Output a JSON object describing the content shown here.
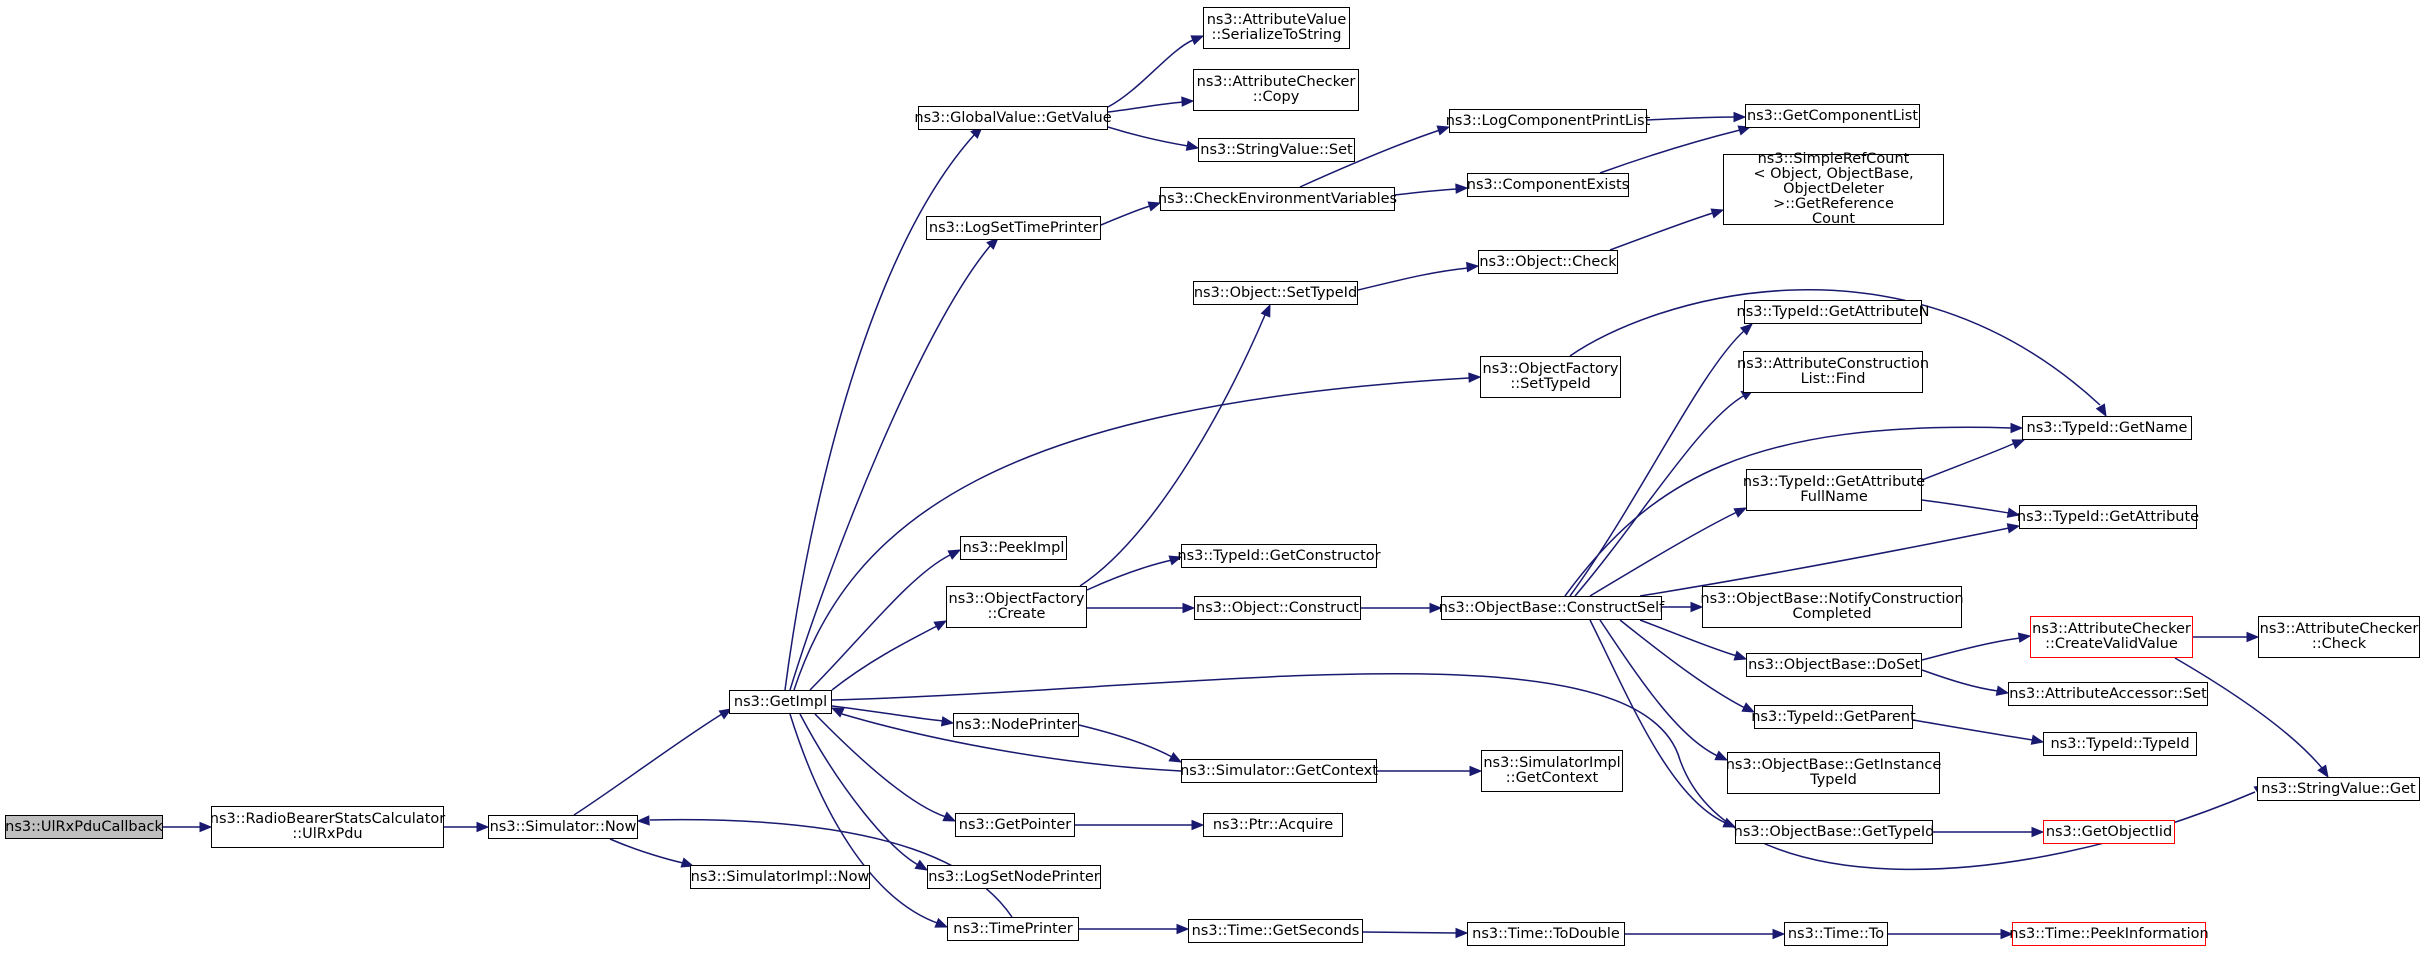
{
  "colors": {
    "edge": "#191970",
    "start_fill": "#bfbfbf",
    "truncated_border": "#ff0000",
    "node_border": "#000000"
  },
  "nodes": {
    "n_callback": "ns3::UlRxPduCallback",
    "n_rbstats": "ns3::RadioBearerStatsCalculator\n::UlRxPdu",
    "n_simnow": "ns3::Simulator::Now",
    "n_getimpl": "ns3::GetImpl",
    "n_simimplnow": "ns3::SimulatorImpl::Now",
    "n_timeprinter": "ns3::TimePrinter",
    "n_gvgetvalue": "ns3::GlobalValue::GetValue",
    "n_avserialize": "ns3::AttributeValue\n::SerializeToString",
    "n_accopy": "ns3::AttributeChecker\n::Copy",
    "n_svset": "ns3::StringValue::Set",
    "n_logsettime": "ns3::LogSetTimePrinter",
    "n_checkenv": "ns3::CheckEnvironmentVariables",
    "n_logcompprint": "ns3::LogComponentPrintList",
    "n_compexists": "ns3::ComponentExists",
    "n_getcomplist": "ns3::GetComponentList",
    "n_objsettypeid": "ns3::Object::SetTypeId",
    "n_objcheck": "ns3::Object::Check",
    "n_simplerefcount": "ns3::SimpleRefCount\n< Object, ObjectBase,\nObjectDeleter >::GetReference\nCount",
    "n_ofsettypeid": "ns3::ObjectFactory\n::SetTypeId",
    "n_tidgetname": "ns3::TypeId::GetName",
    "n_peekimpl": "ns3::PeekImpl",
    "n_ofcreate": "ns3::ObjectFactory\n::Create",
    "n_tidgetctor": "ns3::TypeId::GetConstructor",
    "n_objconstruct": "ns3::Object::Construct",
    "n_obconstructself": "ns3::ObjectBase::ConstructSelf",
    "n_tidgetattrn": "ns3::TypeId::GetAttributeN",
    "n_attrconstrfind": "ns3::AttributeConstruction\nList::Find",
    "n_tidgetattrfull": "ns3::TypeId::GetAttribute\nFullName",
    "n_tidgetattr": "ns3::TypeId::GetAttribute",
    "n_obnotify": "ns3::ObjectBase::NotifyConstruction\nCompleted",
    "n_obdoset": "ns3::ObjectBase::DoSet",
    "n_accreatevalid": "ns3::AttributeChecker\n::CreateValidValue",
    "n_accheck": "ns3::AttributeChecker\n::Check",
    "n_aaset": "ns3::AttributeAccessor::Set",
    "n_tidgetparent": "ns3::TypeId::GetParent",
    "n_tidtypeid": "ns3::TypeId::TypeId",
    "n_obgetinstance": "ns3::ObjectBase::GetInstance\nTypeId",
    "n_obgettypeid": "ns3::ObjectBase::GetTypeId",
    "n_getobjectiid": "ns3::GetObjectIid",
    "n_svget": "ns3::StringValue::Get",
    "n_nodeprinter": "ns3::NodePrinter",
    "n_simgetcontext": "ns3::Simulator::GetContext",
    "n_simimplgetctx": "ns3::SimulatorImpl\n::GetContext",
    "n_getpointer": "ns3::GetPointer",
    "n_ptracquire": "ns3::Ptr::Acquire",
    "n_logsetnode": "ns3::LogSetNodePrinter",
    "n_timegetseconds": "ns3::Time::GetSeconds",
    "n_timetodouble": "ns3::Time::ToDouble",
    "n_timeto": "ns3::Time::To",
    "n_timepeekinfo": "ns3::Time::PeekInformation"
  }
}
